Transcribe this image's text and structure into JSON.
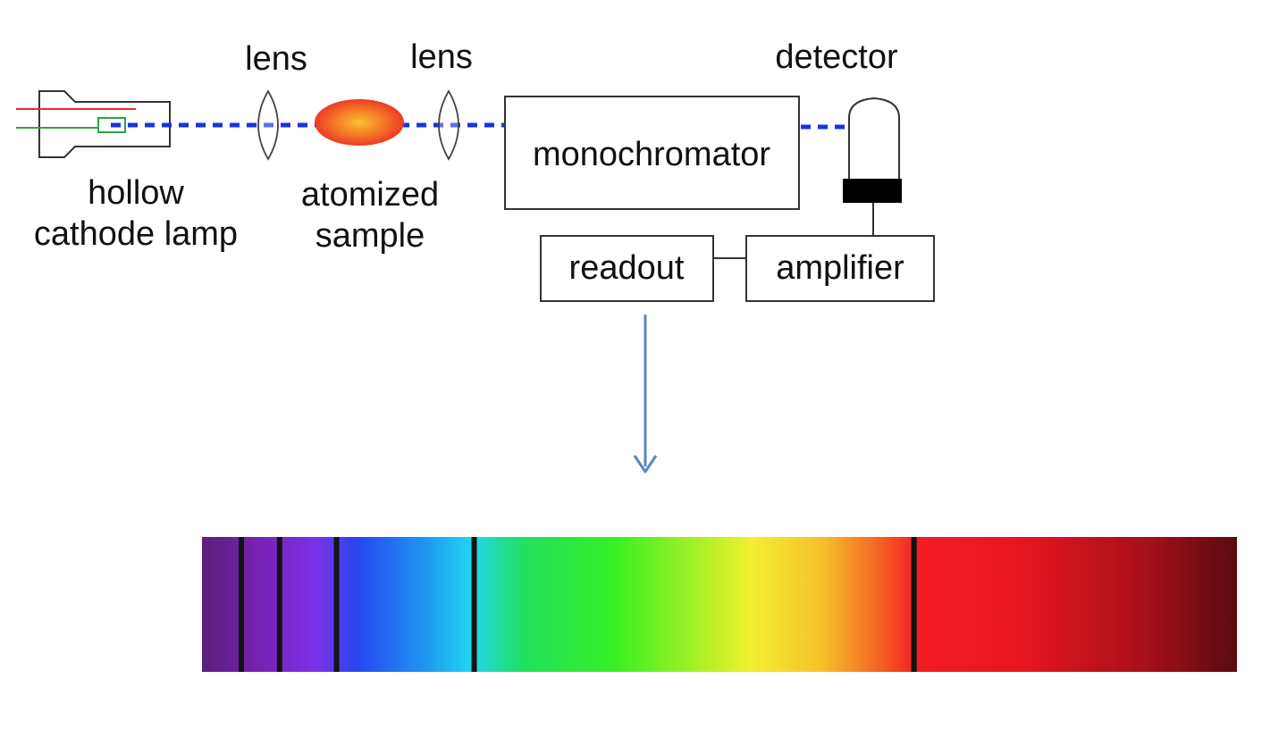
{
  "labels": {
    "lens_left": "lens",
    "lens_right": "lens",
    "detector": "detector",
    "lamp_line1": "hollow",
    "lamp_line2": "cathode lamp",
    "sample_line1": "atomized",
    "sample_line2": "sample",
    "monochromator": "monochromator",
    "readout": "readout",
    "amplifier": "amplifier"
  },
  "colors": {
    "beam": "#1a33e6",
    "lamp_red_wire": "#e0302a",
    "lamp_green_wire": "#2aa83a",
    "sample_outer": "#f0402a",
    "sample_inner": "#f6a020",
    "arrow": "#5b86c4",
    "absorption_line": "#141414"
  },
  "spectrum": {
    "gradient_stops": [
      {
        "offset": 0.0,
        "color": "#5a1f7a"
      },
      {
        "offset": 0.06,
        "color": "#7a22b8"
      },
      {
        "offset": 0.11,
        "color": "#7a32e8"
      },
      {
        "offset": 0.15,
        "color": "#2846f0"
      },
      {
        "offset": 0.22,
        "color": "#1e9cf0"
      },
      {
        "offset": 0.26,
        "color": "#22d6f2"
      },
      {
        "offset": 0.31,
        "color": "#22e060"
      },
      {
        "offset": 0.4,
        "color": "#38f022"
      },
      {
        "offset": 0.5,
        "color": "#c6f028"
      },
      {
        "offset": 0.53,
        "color": "#f2f030"
      },
      {
        "offset": 0.6,
        "color": "#f6c02a"
      },
      {
        "offset": 0.66,
        "color": "#f45a22"
      },
      {
        "offset": 0.69,
        "color": "#f41c24"
      },
      {
        "offset": 0.79,
        "color": "#e8161e"
      },
      {
        "offset": 0.91,
        "color": "#a8101a"
      },
      {
        "offset": 1.0,
        "color": "#5a0a10"
      }
    ],
    "absorption_lines": [
      0.038,
      0.075,
      0.13,
      0.263,
      0.688
    ]
  }
}
